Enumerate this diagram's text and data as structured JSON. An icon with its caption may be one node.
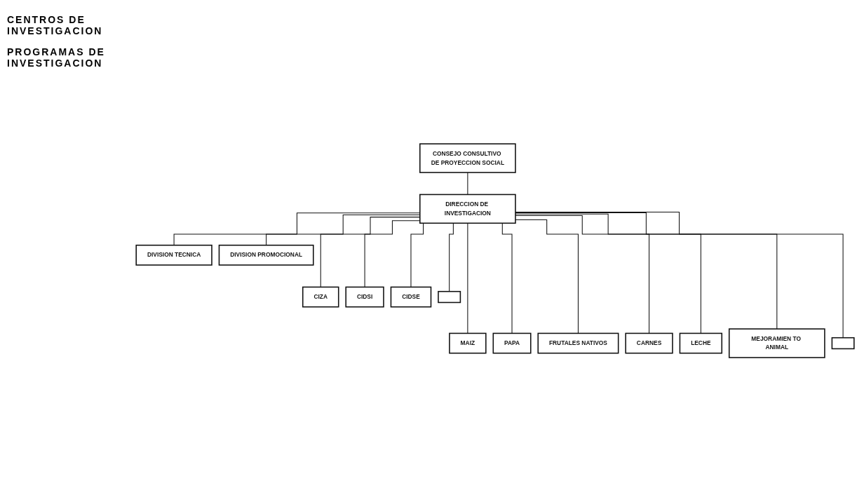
{
  "diagram": {
    "nodes": [
      {
        "text": [
          "CONSEJO CONSULTIVO DE PROYECCION SOCIAL"
        ]
      },
      {
        "text": [
          "DIRECCION DE INVESTIGACION"
        ]
      },
      {
        "text": [
          "DIVISION TECNICA"
        ]
      },
      {
        "text": [
          "DIVISION PROMOCIONAL"
        ]
      },
      {
        "text": [
          "CIZA"
        ]
      },
      {
        "text": [
          "CIDSI"
        ]
      },
      {
        "text": [
          "CIDSE"
        ]
      },
      {
        "text": [],
        "shape": "box"
      },
      {
        "text": [
          "MAIZ"
        ]
      },
      {
        "text": [
          "PAPA"
        ]
      },
      {
        "text": [
          "FRUTALES NATIVOS"
        ]
      },
      {
        "text": [
          "CARNES"
        ]
      },
      {
        "text": [
          "LECHE"
        ]
      },
      {
        "text": [
          "MEJORAMIEN TO ANIMAL"
        ]
      },
      {
        "text": [],
        "shape": "box"
      }
    ],
    "edges": [
      {
        "from": 0,
        "to": 1,
        "arrow": "none"
      },
      {
        "from": 1,
        "to": 2,
        "arrow": "none"
      },
      {
        "from": 1,
        "to": 3,
        "arrow": "none"
      },
      {
        "from": 1,
        "to": 4,
        "arrow": "none"
      },
      {
        "from": 1,
        "to": 5,
        "arrow": "none"
      },
      {
        "from": 1,
        "to": 6,
        "arrow": "none"
      },
      {
        "from": 1,
        "to": 7,
        "arrow": "none"
      },
      {
        "from": 1,
        "to": 8,
        "arrow": "none"
      },
      {
        "from": 1,
        "to": 9,
        "arrow": "none"
      },
      {
        "from": 1,
        "to": 10,
        "arrow": "none"
      },
      {
        "from": 1,
        "to": 11,
        "arrow": "none"
      },
      {
        "from": 1,
        "to": 12,
        "arrow": "none"
      },
      {
        "from": 1,
        "to": 13,
        "arrow": "none"
      },
      {
        "from": 1,
        "to": 14,
        "arrow": "none"
      }
    ],
    "labels": [
      "CENTROS DE INVESTIGACION",
      "PROGRAMAS DE INVESTIGACION"
    ]
  }
}
